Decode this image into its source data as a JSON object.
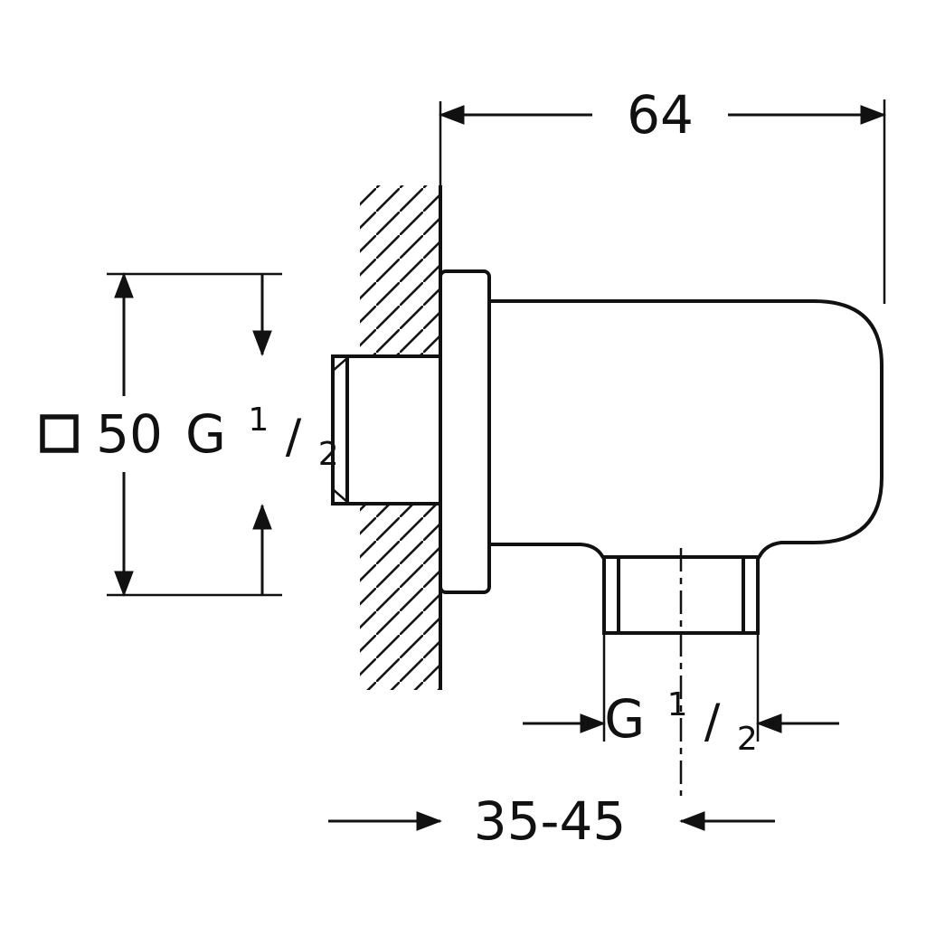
{
  "dimensions": {
    "distance_from_wall": "64",
    "escutcheon_square": "50",
    "installation_depth_range": "35-45"
  },
  "threads": {
    "inlet": {
      "prefix": "G",
      "numerator": "1",
      "slash": "/",
      "denominator": "2"
    },
    "outlet": {
      "prefix": "G",
      "numerator": "1",
      "slash": "/",
      "denominator": "2"
    }
  },
  "colors": {
    "line": "#111111",
    "background": "#ffffff"
  }
}
